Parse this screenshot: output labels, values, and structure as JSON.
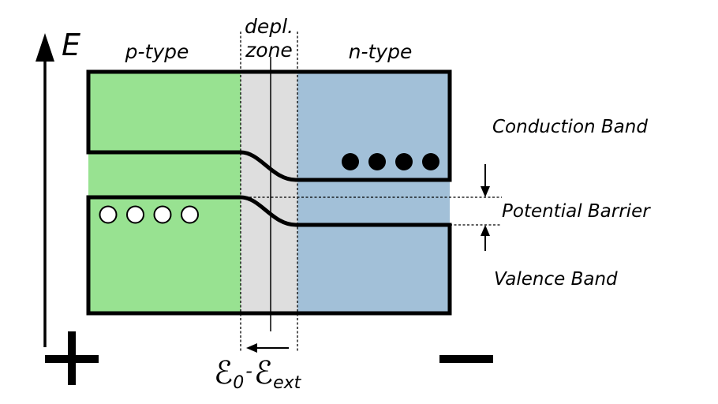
{
  "axis": {
    "label": "E"
  },
  "regions": {
    "p_label": "p-type",
    "depl_label_line1": "depl.",
    "depl_label_line2": "zone",
    "n_label": "n-type"
  },
  "bands": {
    "conduction": "Conduction Band",
    "barrier": "Potential Barrier",
    "valence": "Valence Band"
  },
  "field": {
    "base": "ℰ",
    "sub0": "0",
    "dash": "-",
    "sub_ext": "ext"
  },
  "polarity": {
    "left": "+",
    "right": "−"
  },
  "carriers": {
    "holes": 4,
    "electrons": 4
  },
  "colors": {
    "p_region": "#98e291",
    "depletion": "#dedede",
    "n_region": "#a2c0d8",
    "outline": "#000000"
  }
}
